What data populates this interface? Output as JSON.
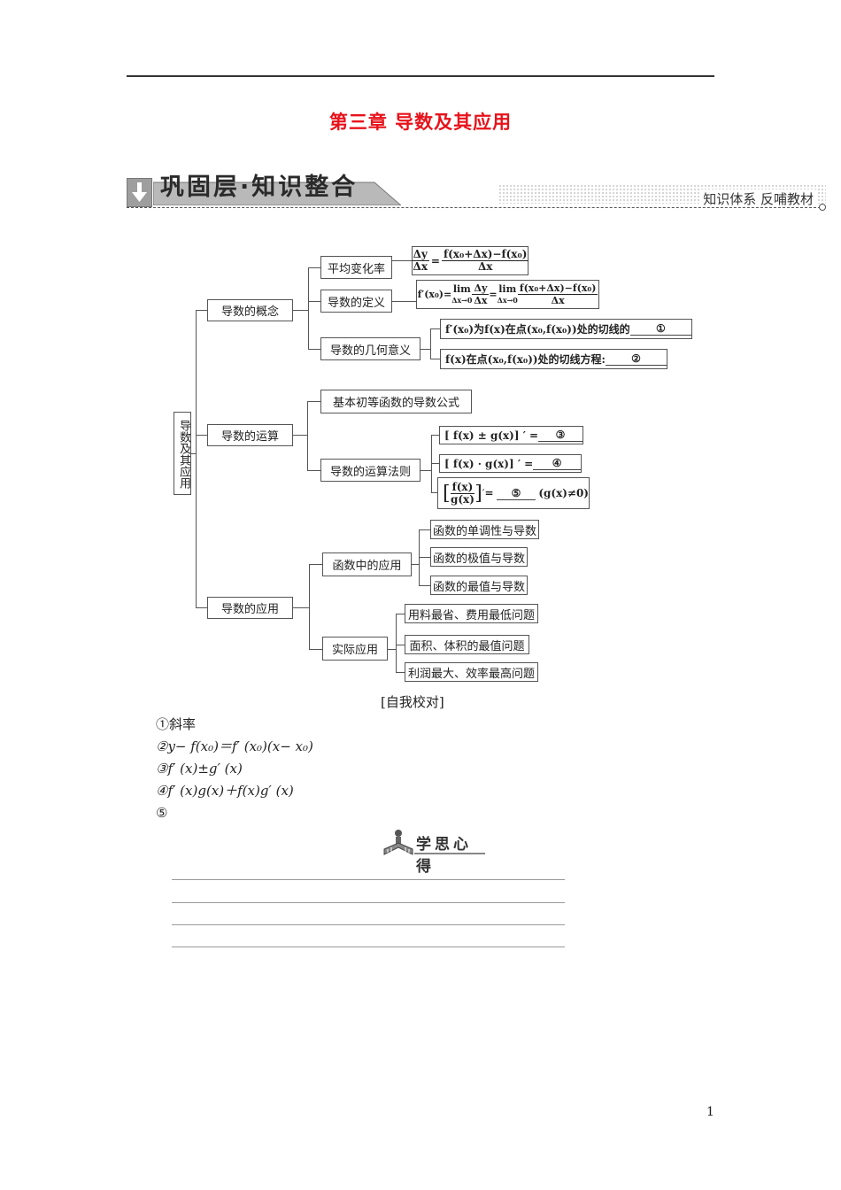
{
  "header": {
    "chapter_title": "第三章  导数及其应用"
  },
  "banner": {
    "icon": "down-arrow-icon",
    "title": "巩固层·知识整合",
    "subtitle": "知识体系  反哺教材"
  },
  "mindmap": {
    "root": "导数及其应用",
    "branches": [
      {
        "label": "导数的概念",
        "children": [
          {
            "label": "平均变化率",
            "formula": {
              "lhs_num": "Δy",
              "lhs_den": "Δx",
              "eq": "=",
              "rhs_num": "f(x₀+Δx)−f(x₀)",
              "rhs_den": "Δx"
            }
          },
          {
            "label": "导数的定义",
            "formula": {
              "prefix": "f′(x₀)=",
              "lim1": "lim",
              "lim1_sub": "Δx→0",
              "frac1_num": "Δy",
              "frac1_den": "Δx",
              "eq": "=",
              "lim2": "lim",
              "lim2_sub": "Δx→0",
              "frac2_num": "f(x₀+Δx)−f(x₀)",
              "frac2_den": "Δx"
            }
          },
          {
            "label": "导数的几何意义",
            "items": [
              {
                "text": "f′(x₀)为f(x)在点(x₀,f(x₀))处的切线的",
                "blank": "①"
              },
              {
                "text": "f(x)在点(x₀,f(x₀))处的切线方程:",
                "blank": "②"
              }
            ]
          }
        ]
      },
      {
        "label": "导数的运算",
        "children": [
          {
            "label": "基本初等函数的导数公式"
          },
          {
            "label": "导数的运算法则",
            "items": [
              {
                "text": "[ f(x) ± g(x)] ′ =",
                "blank": "③"
              },
              {
                "text": "[ f(x) · g(x)] ′ =",
                "blank": "④"
              },
              {
                "frac_num": "f(x)",
                "frac_den": "g(x)",
                "eq": "=",
                "blank": "⑤",
                "condition": "(g(x)≠0)"
              }
            ]
          }
        ]
      },
      {
        "label": "导数的应用",
        "children": [
          {
            "label": "函数中的应用",
            "items": [
              "函数的单调性与导数",
              "函数的极值与导数",
              "函数的最值与导数"
            ]
          },
          {
            "label": "实际应用",
            "items": [
              "用料最省、费用最低问题",
              "面积、体积的最值问题",
              "利润最大、效率最高问题"
            ]
          }
        ]
      }
    ]
  },
  "self_check": {
    "title": "[自我校对]",
    "answers": [
      "①斜率",
      "②y− f(x₀)＝f′ (x₀)(x− x₀)",
      "③f′ (x)±g′ (x)",
      "④f′ (x)g(x)＋f(x)g′ (x)",
      "⑤"
    ]
  },
  "reflection": {
    "icon": "reading-person-icon",
    "title": "学思心得",
    "lines": 4
  },
  "footer": {
    "page_number": "1"
  }
}
